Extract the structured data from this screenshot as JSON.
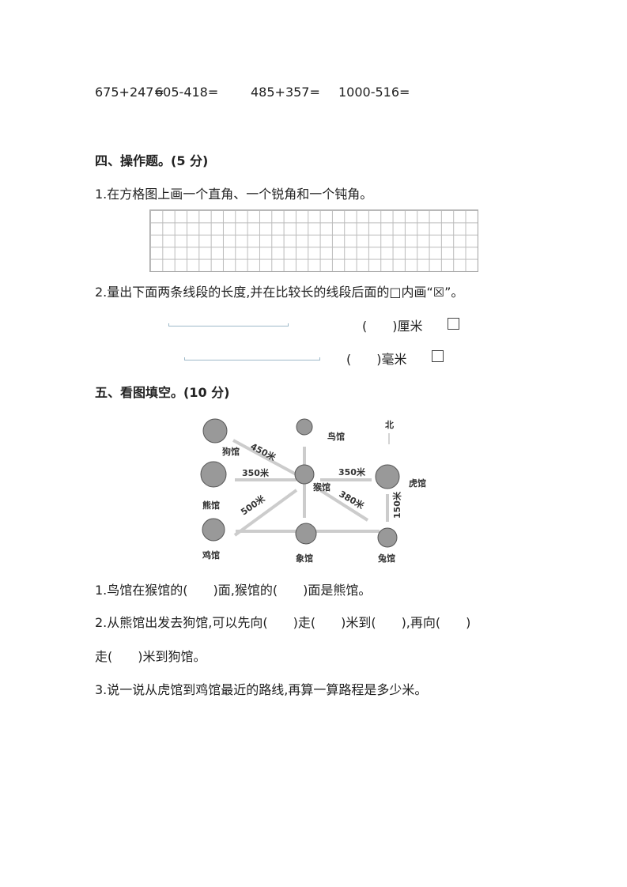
{
  "calc": [
    "675+247=",
    "605-418=",
    "485+357=",
    "1000-516="
  ],
  "sec4": {
    "title": "四、操作题。(5 分)",
    "q1": "1.在方格图上画一个直角、一个锐角和一个钝角。",
    "q2": "2.量出下面两条线段的长度,并在比较长的线段后面的□内画“☒”。",
    "unit1": "(　　)厘米",
    "unit2": "(　　)毫米"
  },
  "sec5": {
    "title": "五、看图填空。(10 分)",
    "map": {
      "north": "北",
      "bird": "鸟馆",
      "dog": "狗馆",
      "bear": "熊馆",
      "monkey": "猴馆",
      "tiger": "虎馆",
      "chicken": "鸡馆",
      "elephant": "象馆",
      "rabbit": "兔馆",
      "d_dog": "450米",
      "d_bear": "350米",
      "d_tiger": "350米",
      "d_chicken": "500米",
      "d_rabbit": "380米",
      "d_tr": "150米"
    },
    "q1": "1.鸟馆在猴馆的(　　)面,猴馆的(　　)面是熊馆。",
    "q2a": "2.从熊馆出发去狗馆,可以先向(　　)走(　　)米到(　　),再向(　　)",
    "q2b": "走(　　)米到狗馆。",
    "q3": "3.说一说从虎馆到鸡馆最近的路线,再算一算路程是多少米。"
  }
}
